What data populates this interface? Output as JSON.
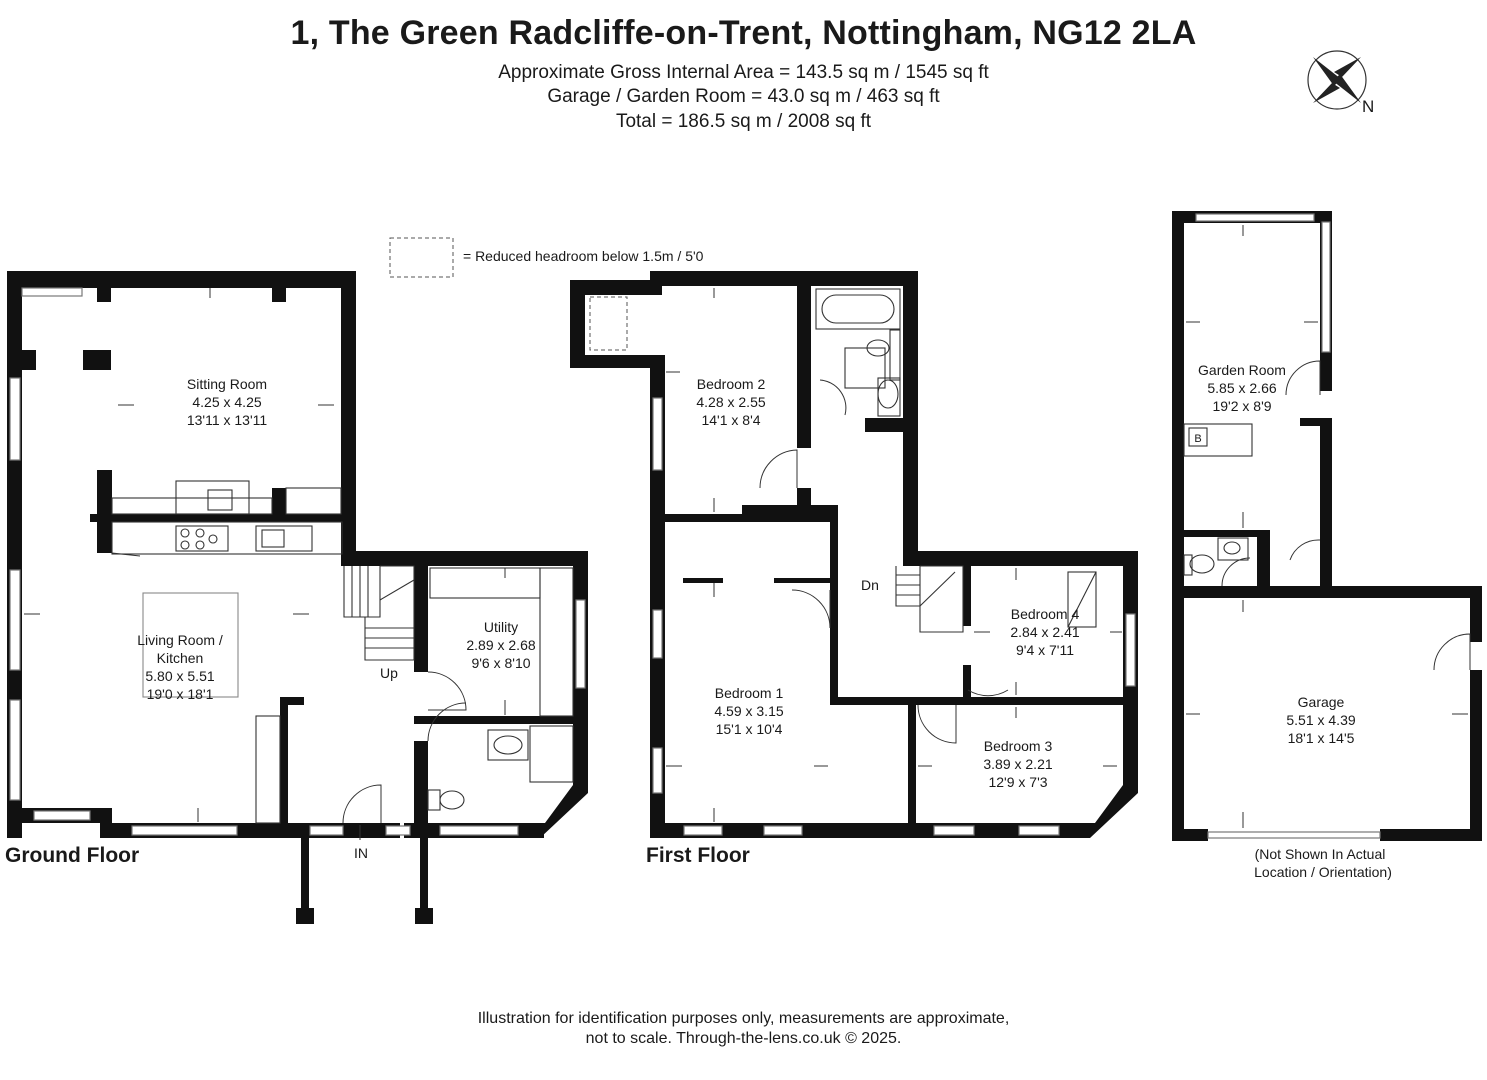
{
  "header": {
    "title": "1, The Green Radcliffe-on-Trent, Nottingham, NG12 2LA",
    "line1": "Approximate Gross Internal Area = 143.5 sq m / 1545 sq ft",
    "line2": "Garage / Garden Room = 43.0 sq m / 463 sq ft",
    "line3": "Total = 186.5 sq m / 2008 sq ft"
  },
  "compass": {
    "label": "N",
    "icon": "compass-rose-icon"
  },
  "legend": {
    "text": "= Reduced headroom below 1.5m / 5'0"
  },
  "floors": {
    "ground": "Ground Floor",
    "first": "First Floor"
  },
  "rooms": {
    "sitting": {
      "name": "Sitting Room",
      "metric": "4.25 x 4.25",
      "imperial": "13'11 x 13'11"
    },
    "living": {
      "name1": "Living Room /",
      "name2": "Kitchen",
      "metric": "5.80 x 5.51",
      "imperial": "19'0 x 18'1"
    },
    "utility": {
      "name": "Utility",
      "metric": "2.89 x 2.68",
      "imperial": "9'6 x 8'10"
    },
    "bed1": {
      "name": "Bedroom 1",
      "metric": "4.59 x 3.15",
      "imperial": "15'1 x 10'4"
    },
    "bed2": {
      "name": "Bedroom 2",
      "metric": "4.28 x 2.55",
      "imperial": "14'1 x 8'4"
    },
    "bed3": {
      "name": "Bedroom 3",
      "metric": "3.89 x 2.21",
      "imperial": "12'9 x 7'3"
    },
    "bed4": {
      "name": "Bedroom 4",
      "metric": "2.84 x 2.41",
      "imperial": "9'4 x 7'11"
    },
    "garden": {
      "name": "Garden Room",
      "metric": "5.85 x 2.66",
      "imperial": "19'2 x 8'9"
    },
    "garage": {
      "name": "Garage",
      "metric": "5.51 x 4.39",
      "imperial": "18'1 x 14'5"
    }
  },
  "labels": {
    "up": "Up",
    "dn": "Dn",
    "in": "IN",
    "boiler": "B",
    "note1": "(Not Shown In Actual",
    "note2": "Location / Orientation)"
  },
  "footer": {
    "line1": "Illustration for identification purposes only, measurements are approximate,",
    "line2": "not to scale. Through-the-lens.co.uk © 2025."
  }
}
